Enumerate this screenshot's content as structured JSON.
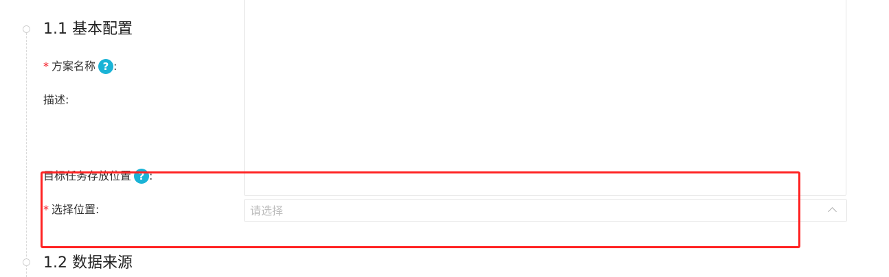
{
  "sections": {
    "basic": {
      "title": "1.1 基本配置"
    },
    "source": {
      "title": "1.2 数据来源"
    }
  },
  "fields": {
    "scheme_name": {
      "required_mark": "*",
      "label": "方案名称",
      "help": "?",
      "colon": ":"
    },
    "description": {
      "label": "描述:"
    },
    "target_location": {
      "label": "目标任务存放位置",
      "help": "?",
      "colon": ":"
    },
    "select_location": {
      "required_mark": "*",
      "label": "选择位置:",
      "placeholder": "请选择"
    }
  },
  "colors": {
    "help_icon": "#1ab3d6",
    "required": "#f5222d",
    "highlight": "#ff2222"
  }
}
